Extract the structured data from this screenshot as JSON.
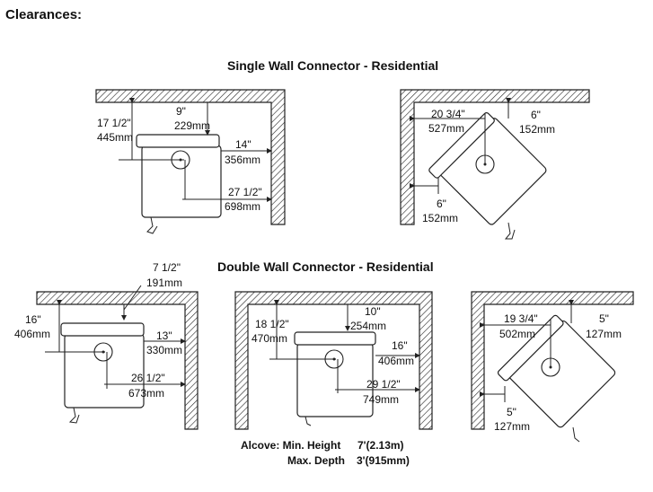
{
  "title": "Clearances:",
  "single_heading": "Single Wall Connector - Residential",
  "double_heading": "Double Wall Connector - Residential",
  "single_left": {
    "back_in": "17 1/2\"",
    "back_mm": "445mm",
    "top_in": "9\"",
    "top_mm": "229mm",
    "side_in": "14\"",
    "side_mm": "356mm",
    "center_in": "27 1/2\"",
    "center_mm": "698mm"
  },
  "single_right": {
    "corner_in": "20 3/4\"",
    "corner_mm": "527mm",
    "top_in": "6\"",
    "top_mm": "152mm",
    "side_in": "6\"",
    "side_mm": "152mm"
  },
  "double_left": {
    "pipe_in": "7 1/2\"",
    "pipe_mm": "191mm",
    "back_in": "16\"",
    "back_mm": "406mm",
    "side_in": "13\"",
    "side_mm": "330mm",
    "center_in": "26 1/2\"",
    "center_mm": "673mm"
  },
  "double_middle": {
    "back_in": "18 1/2\"",
    "back_mm": "470mm",
    "top_in": "10\"",
    "top_mm": "254mm",
    "side_in": "16\"",
    "side_mm": "406mm",
    "center_in": "29 1/2\"",
    "center_mm": "749mm"
  },
  "double_right": {
    "corner_in": "19 3/4\"",
    "corner_mm": "502mm",
    "top_in": "5\"",
    "top_mm": "127mm",
    "side_in": "5\"",
    "side_mm": "127mm"
  },
  "alcove": {
    "height_label": "Alcove: Min. Height",
    "height_value": "7'(2.13m)",
    "depth_label": "Max. Depth",
    "depth_value": "3'(915mm)"
  }
}
